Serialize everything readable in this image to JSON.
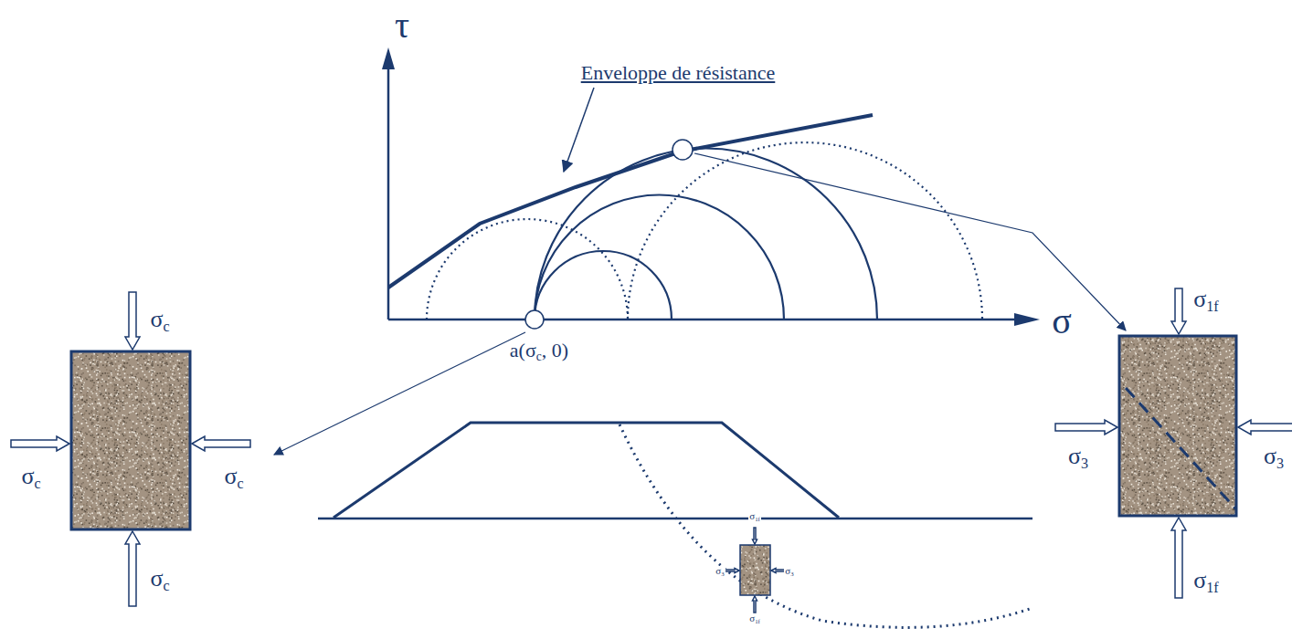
{
  "diagram": {
    "labels": [
      "τ",
      "Enveloppe de résistance",
      "σ",
      "a(σc, 0)",
      "σc",
      "σc",
      "σc",
      "σc",
      "σ1f",
      "σ3",
      "σ3",
      "σ1f",
      "σ1f",
      "σ3",
      "σ3",
      "σ1f"
    ]
  }
}
